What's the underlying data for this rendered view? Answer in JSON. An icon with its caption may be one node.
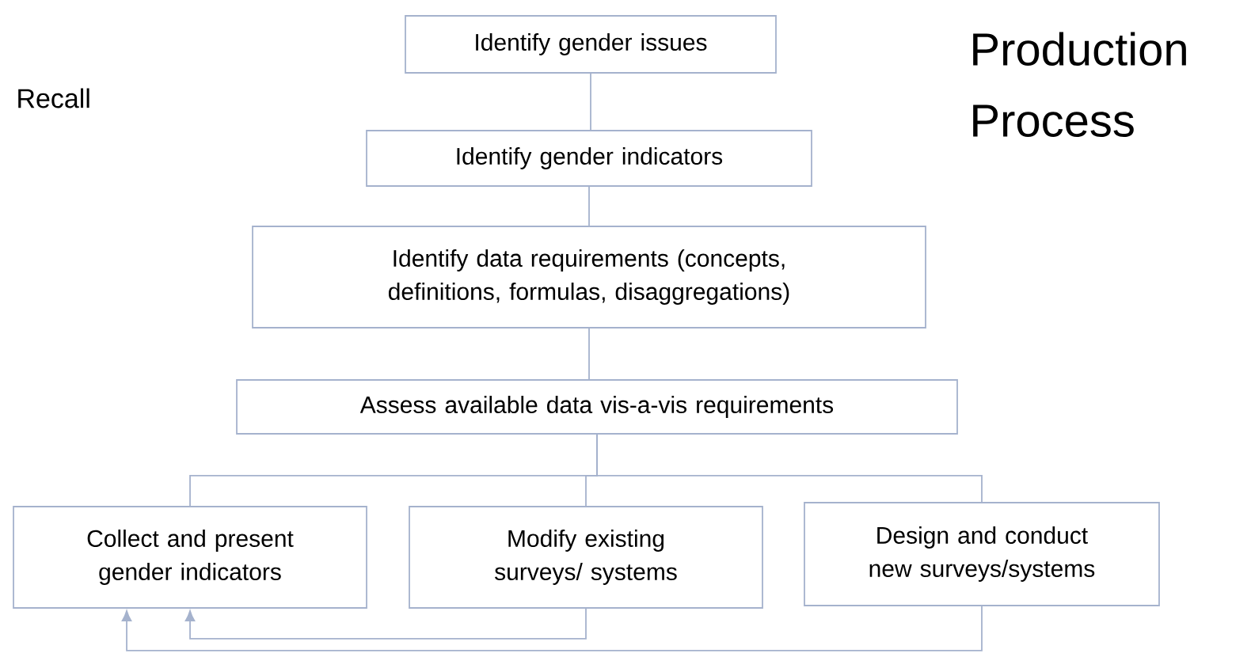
{
  "diagram": {
    "title": "Production Process",
    "nodes": [
      {
        "text": [
          "Identify gender issues"
        ]
      },
      {
        "text": [
          "Identify gender indicators"
        ]
      },
      {
        "text": [
          "Identify data requirements (concepts, definitions, formulas, disaggregations)"
        ]
      },
      {
        "text": [
          "Assess available data vis-a-vis requirements"
        ]
      },
      {
        "text": [
          "Collect and present gender indicators"
        ]
      },
      {
        "text": [
          "Modify existing surveys/ systems"
        ]
      },
      {
        "text": [
          "Design and conduct new surveys/systems"
        ]
      }
    ],
    "edges": [
      {
        "from": 0,
        "to": 1,
        "arrow": "none"
      },
      {
        "from": 1,
        "to": 2,
        "arrow": "none"
      },
      {
        "from": 2,
        "to": 3,
        "arrow": "none"
      },
      {
        "from": 3,
        "to": 4,
        "arrow": "none"
      },
      {
        "from": 3,
        "to": 5,
        "arrow": "none"
      },
      {
        "from": 3,
        "to": 6,
        "arrow": "none"
      },
      {
        "from": 5,
        "to": 4,
        "arrow": "to"
      },
      {
        "from": 6,
        "to": 4,
        "arrow": "to"
      }
    ],
    "labels": [
      "Recall"
    ]
  }
}
